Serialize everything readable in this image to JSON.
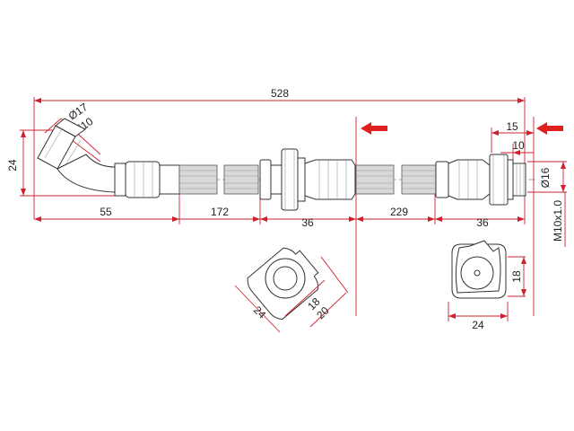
{
  "dimensions": {
    "total_length": "528",
    "outer_diameter_left": "Ø17",
    "inner_diameter_left": "Ø10",
    "height_left": "24",
    "seg_left_fitting": "55",
    "seg_hose_1": "172",
    "seg_bracket_1": "36",
    "seg_hose_2": "229",
    "seg_bracket_2": "36",
    "right_fitting_length": "15",
    "right_thread_length": "10",
    "right_diameter": "Ø16",
    "thread": "M10x1.0",
    "section1_width": "24",
    "section1_flat_a": "18",
    "section1_flat_b": "20",
    "section2_width": "24",
    "section2_flat": "18"
  },
  "colors": {
    "dimension_line": "#d02030",
    "arrow_fill": "#e0201e",
    "outline": "#333333",
    "hose_fill": "#d8d8d8"
  }
}
